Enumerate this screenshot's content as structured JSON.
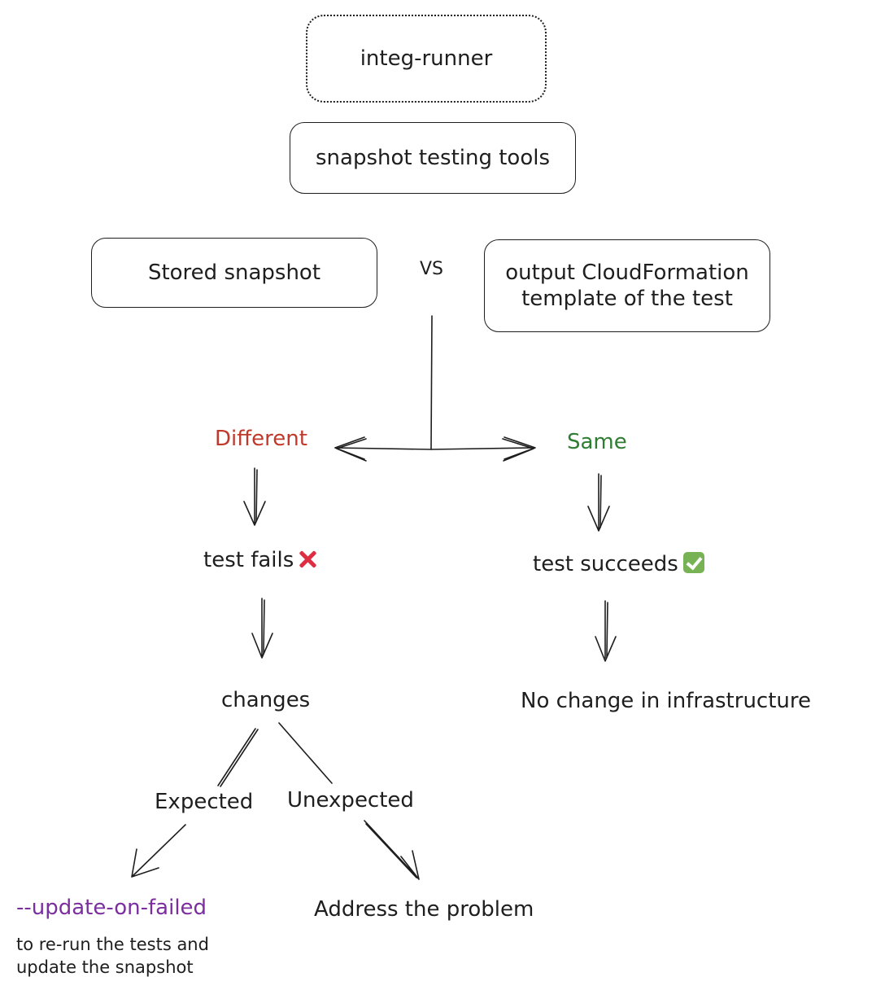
{
  "nodes": {
    "integ_runner": "integ-runner",
    "snapshot_tools": "snapshot testing tools",
    "stored_snapshot": "Stored snapshot",
    "vs": "VS",
    "output_template_line1": "output CloudFormation",
    "output_template_line2": "template of the test",
    "different": "Different",
    "same": "Same",
    "test_fails": "test fails",
    "test_succeeds": "test succeeds",
    "changes": "changes",
    "no_change": "No change in infrastructure",
    "expected": "Expected",
    "unexpected": "Unexpected",
    "update_flag": "--update-on-failed",
    "update_desc_line1": "to re-run the tests and",
    "update_desc_line2": "update the snapshot",
    "address_problem": "Address the problem"
  },
  "icons": {
    "fail": "cross-mark-icon",
    "success": "check-mark-button-icon"
  },
  "colors": {
    "stroke": "#1e1e1e",
    "different": "#c0392b",
    "same": "#2f7d32",
    "flag": "#7b2f9e",
    "fail_icon": "#dd2e44",
    "success_icon": "#77b255"
  }
}
